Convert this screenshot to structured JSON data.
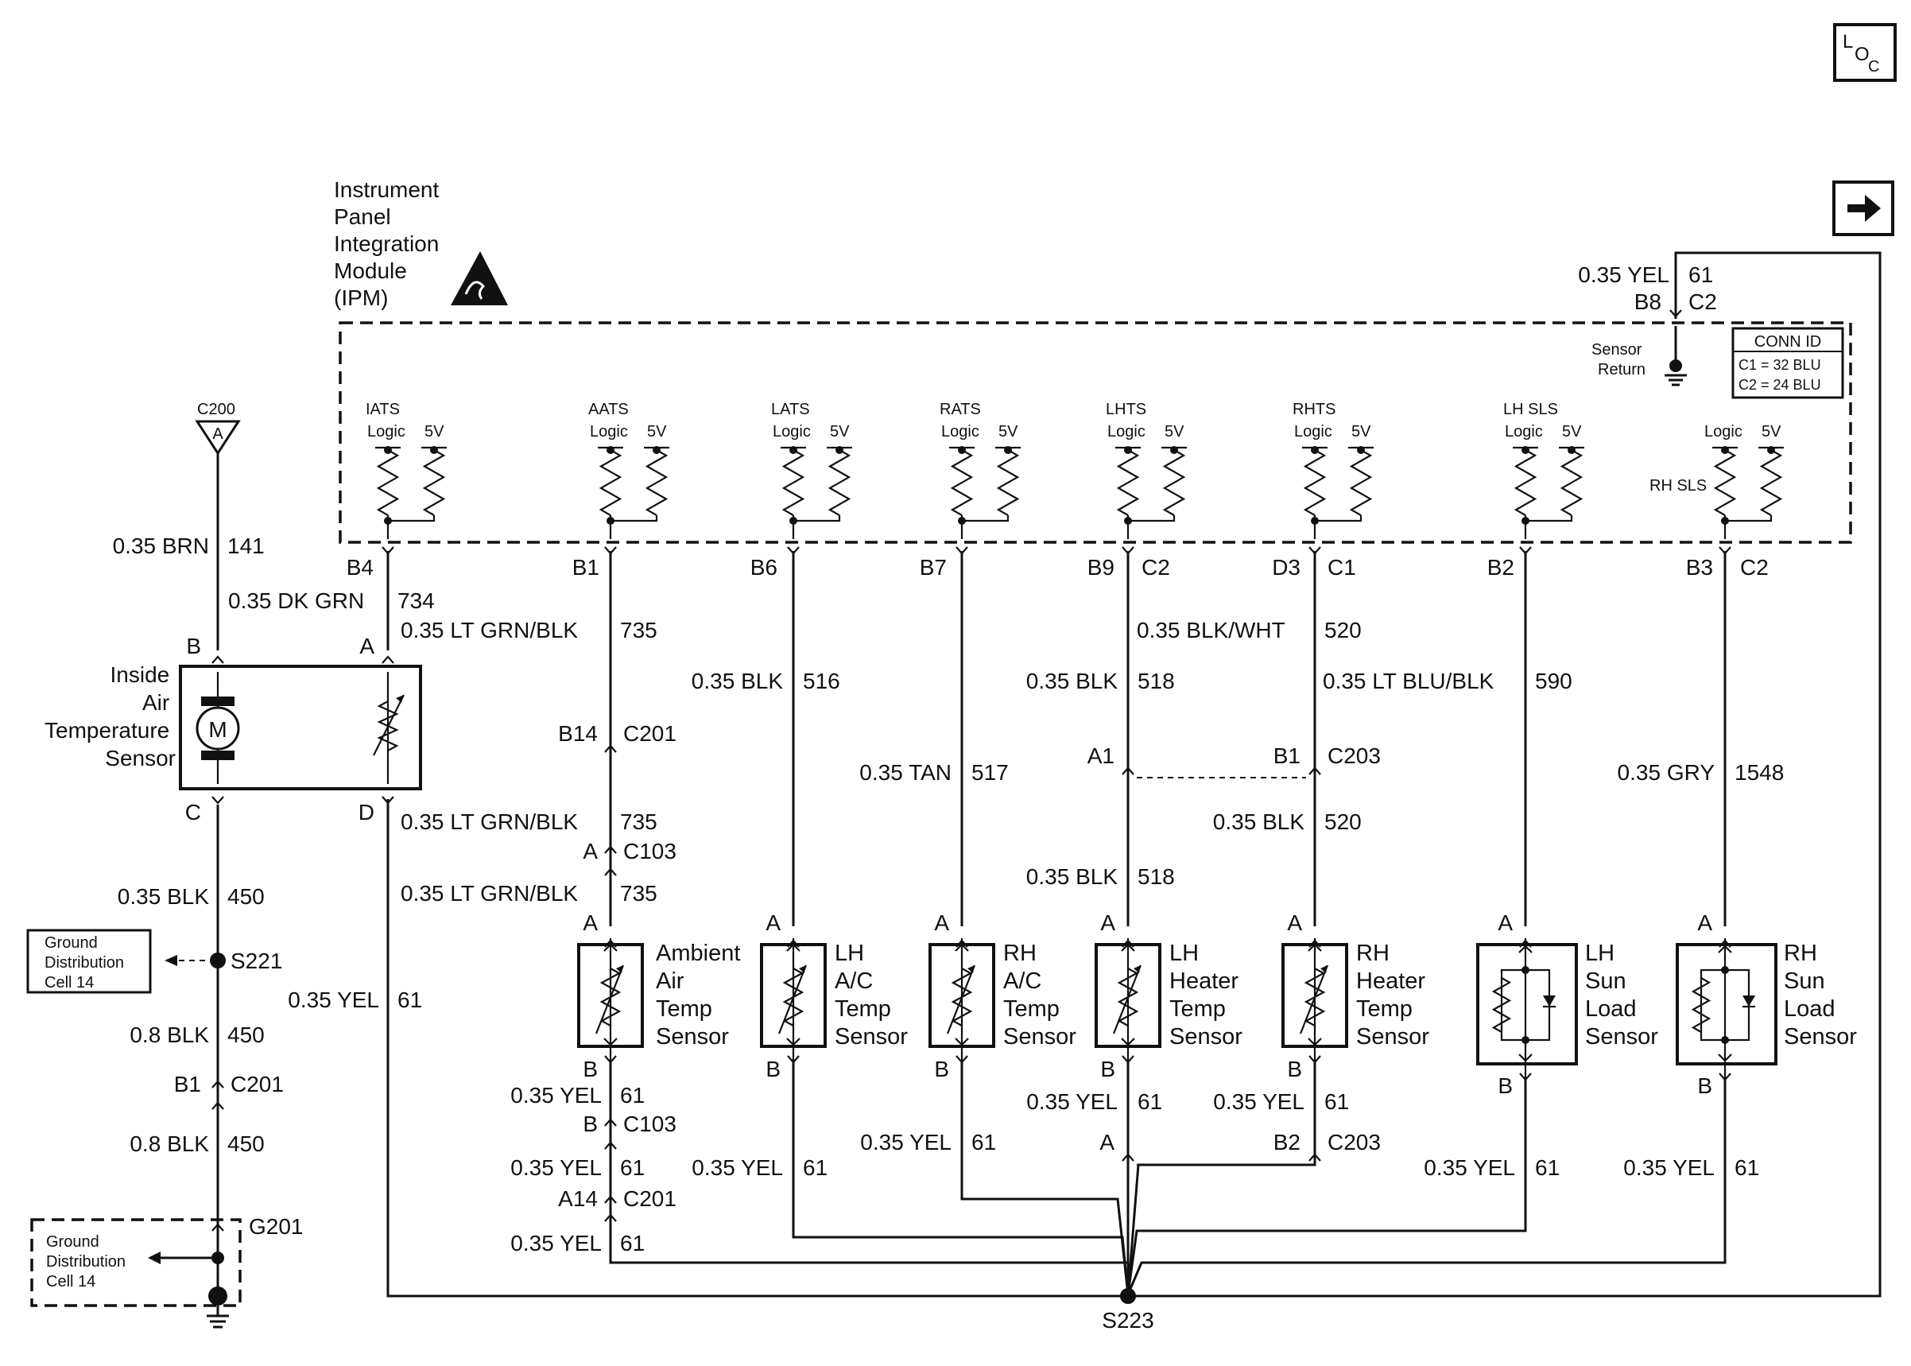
{
  "nav": {
    "loc_L": "L",
    "loc_O": "O",
    "loc_C": "C"
  },
  "ipm": {
    "title": [
      "Instrument",
      "Panel",
      "Integration",
      "Module",
      "(IPM)"
    ],
    "conn_id": [
      "CONN ID",
      "C1 = 32 BLU",
      "C2 = 24 BLU"
    ],
    "sensor_return": [
      "Sensor",
      "Return"
    ],
    "inputs": [
      "IATS",
      "AATS",
      "LATS",
      "RATS",
      "LHTS",
      "RHTS",
      "LH SLS",
      "RH SLS"
    ],
    "logic": "Logic",
    "v5": "5V"
  },
  "c200": {
    "id": "C200",
    "pin": "A"
  },
  "pins": {
    "B4": "B4",
    "B1": "B1",
    "B6": "B6",
    "B7": "B7",
    "B9": "B9",
    "D3": "D3",
    "B2": "B2",
    "B3": "B3",
    "B8": "B8",
    "A": "A",
    "B": "B",
    "C": "C",
    "D": "D",
    "A1": "A1",
    "A14": "A14",
    "B14": "B14"
  },
  "conns": {
    "C1": "C1",
    "C2": "C2",
    "C103": "C103",
    "C201": "C201",
    "C203": "C203"
  },
  "wire": {
    "yel035": "0.35 YEL",
    "c61": "61",
    "brn035": "0.35 BRN",
    "c141": "141",
    "dkgrn035": "0.35 DK GRN",
    "c734": "734",
    "ltgrnblk035": "0.35 LT GRN/BLK",
    "c735": "735",
    "blk035": "0.35 BLK",
    "c516": "516",
    "c518": "518",
    "c520": "520",
    "c450": "450",
    "blkwht035": "0.35 BLK/WHT",
    "ltblublk035": "0.35 LT BLU/BLK",
    "c590": "590",
    "tan035": "0.35 TAN",
    "c517": "517",
    "gry035": "0.35 GRY",
    "c1548": "1548",
    "blk08": "0.8 BLK"
  },
  "sensors": {
    "inside": [
      "Inside",
      "Air",
      "Temperature",
      "Sensor"
    ],
    "motor": "M",
    "ambient": [
      "Ambient",
      "Air",
      "Temp",
      "Sensor"
    ],
    "lhac": [
      "LH",
      "A/C",
      "Temp",
      "Sensor"
    ],
    "rhac": [
      "RH",
      "A/C",
      "Temp",
      "Sensor"
    ],
    "lhheater": [
      "LH",
      "Heater",
      "Temp",
      "Sensor"
    ],
    "rhheater": [
      "RH",
      "Heater",
      "Temp",
      "Sensor"
    ],
    "lhsun": [
      "LH",
      "Sun",
      "Load",
      "Sensor"
    ],
    "rhsun": [
      "RH",
      "Sun",
      "Load",
      "Sensor"
    ]
  },
  "ground_dist": [
    "Ground",
    "Distribution",
    "Cell 14"
  ],
  "splices": {
    "S221": "S221",
    "S223": "S223",
    "G201": "G201"
  }
}
